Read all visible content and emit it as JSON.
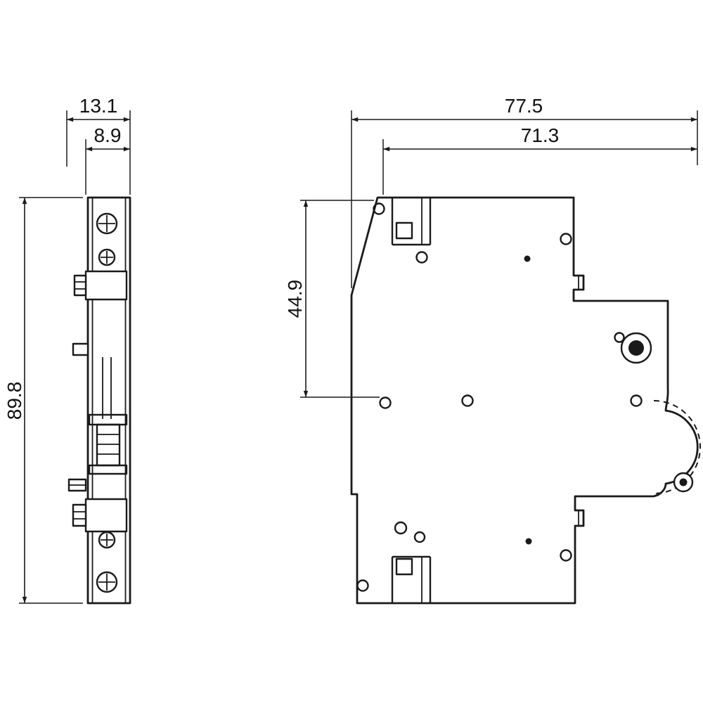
{
  "colors": {
    "ink": "#1a1a1a",
    "background": "#ffffff"
  },
  "views": {
    "left": {
      "dims": {
        "overall_width": "13.1",
        "body_width": "8.9",
        "height": "89.8"
      }
    },
    "right": {
      "dims": {
        "overall_width": "77.5",
        "body_width": "71.3",
        "upper_height": "44.9"
      }
    }
  }
}
